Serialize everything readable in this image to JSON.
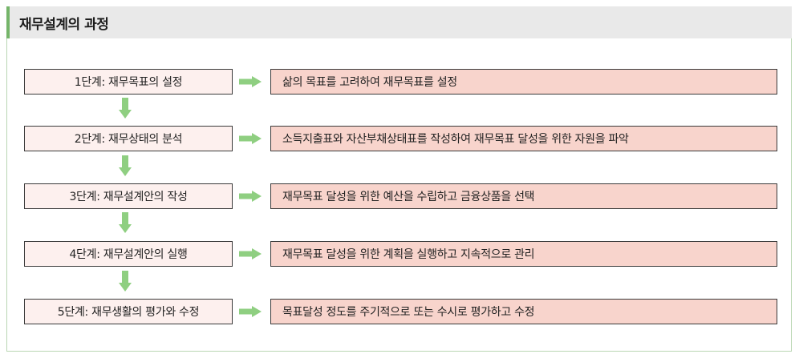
{
  "title": "재무설계의 과정",
  "accent_color": "#75b56a",
  "arrow_color": "#8fcf81",
  "steps": [
    {
      "label": "1단계: 재무목표의 설정",
      "description": "삶의 목표를 고려하여 재무목표를 설정"
    },
    {
      "label": "2단계: 재무상태의 분석",
      "description": "소득지출표와 자산부채상태표를 작성하여 재무목표 달성을 위한 자원을 파악"
    },
    {
      "label": "3단계: 재무설계안의 작성",
      "description": "재무목표 달성을 위한 예산을 수립하고 금융상품을 선택"
    },
    {
      "label": "4단계: 재무설계안의 실행",
      "description": "재무목표 달성을 위한 계획을 실행하고 지속적으로 관리"
    },
    {
      "label": "5단계: 재무생활의 평가와 수정",
      "description": "목표달성 정도를 주기적으로 또는 수시로 평가하고 수정"
    }
  ]
}
